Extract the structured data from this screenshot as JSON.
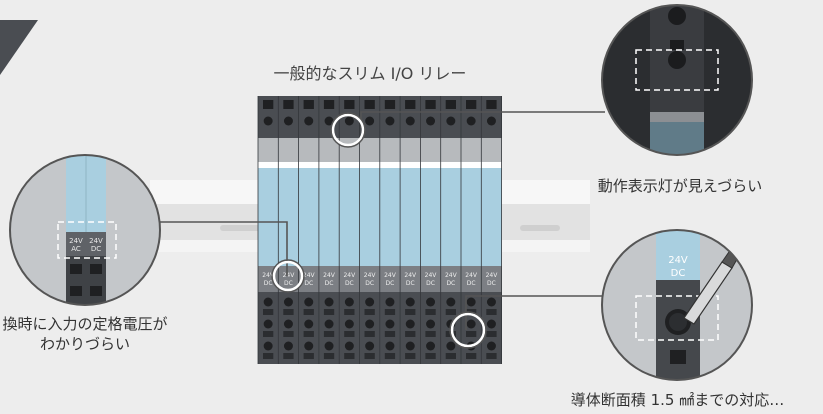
{
  "title": "一般的なスリム I/O リレー",
  "captions": {
    "indicator": "動作表示灯が見えづらい",
    "voltage_line1": "換時に入力の定格電圧が",
    "voltage_line2": "わかりづらい",
    "wire": "導体断面積 1.5 ㎟までの対応…"
  },
  "module_labels": {
    "volt": "24V",
    "dc": "DC",
    "ac": "AC"
  },
  "module_count": 12,
  "colors": {
    "background": "#ededed",
    "module_dark": "#4a4d52",
    "module_grey": "#b7babd",
    "module_blue": "#a9cfe0",
    "callout_border": "#555555",
    "text": "#333333"
  }
}
